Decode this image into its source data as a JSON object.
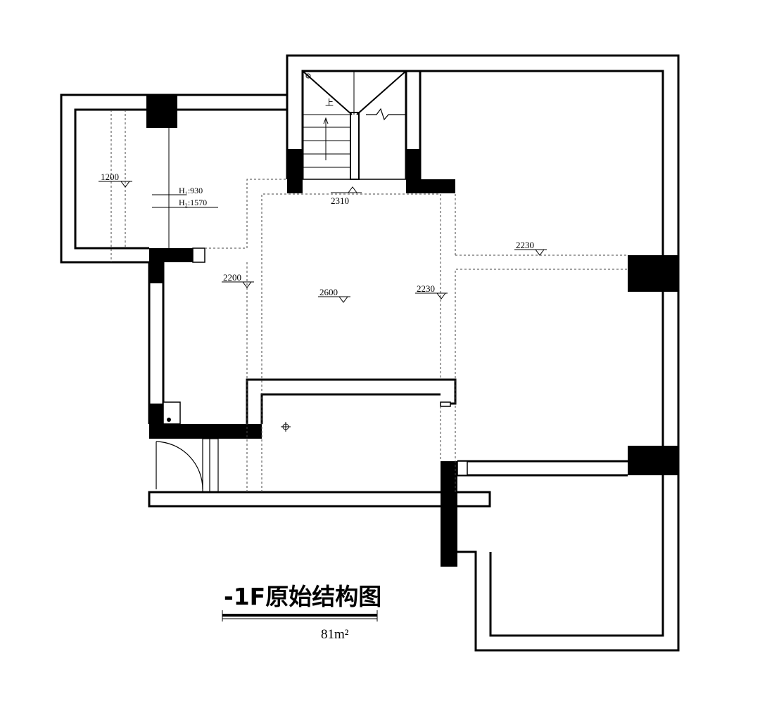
{
  "title": "-1F原始结构图",
  "area": "81m²",
  "levels": {
    "west_room": "1200",
    "top_left": "2200",
    "center": "2600",
    "center_right": "2230",
    "right_room": "2230",
    "stair_landing": "2310"
  },
  "window_notes": {
    "h1": "H₁:930",
    "h2": "H₂:1570"
  },
  "stair_arrow_label": "上"
}
